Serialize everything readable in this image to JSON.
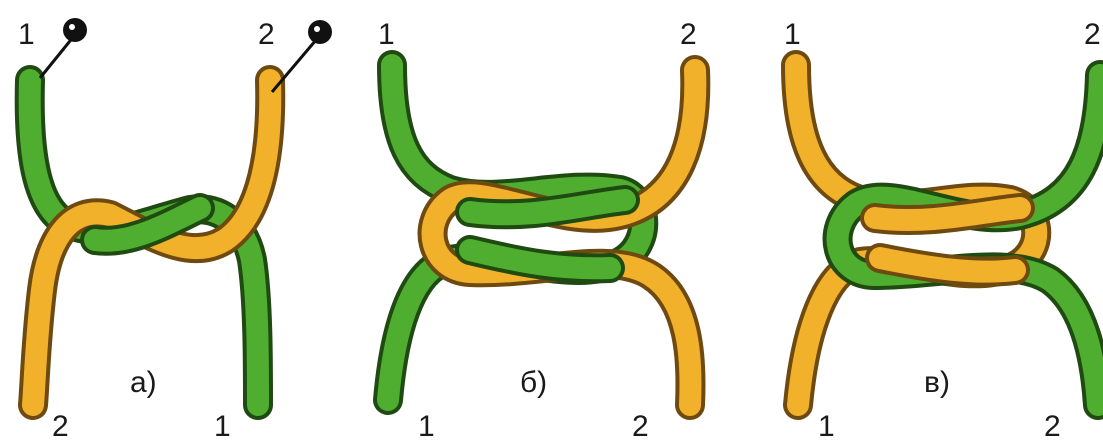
{
  "panels": [
    {
      "caption": "а)",
      "top_left": "1",
      "top_right": "2",
      "bottom_left": "2",
      "bottom_right": "1"
    },
    {
      "caption": "б)",
      "top_left": "1",
      "top_right": "2",
      "bottom_left": "1",
      "bottom_right": "2"
    },
    {
      "caption": "в)",
      "top_left": "1",
      "top_right": "2",
      "bottom_left": "1",
      "bottom_right": "2"
    }
  ],
  "colors": {
    "green_rope": "#4fae2f",
    "yellow_rope": "#f2b12a",
    "outline": "#1f4a12",
    "background": "#ffffff"
  },
  "icons": [
    "pin-icon",
    "pin-icon"
  ]
}
